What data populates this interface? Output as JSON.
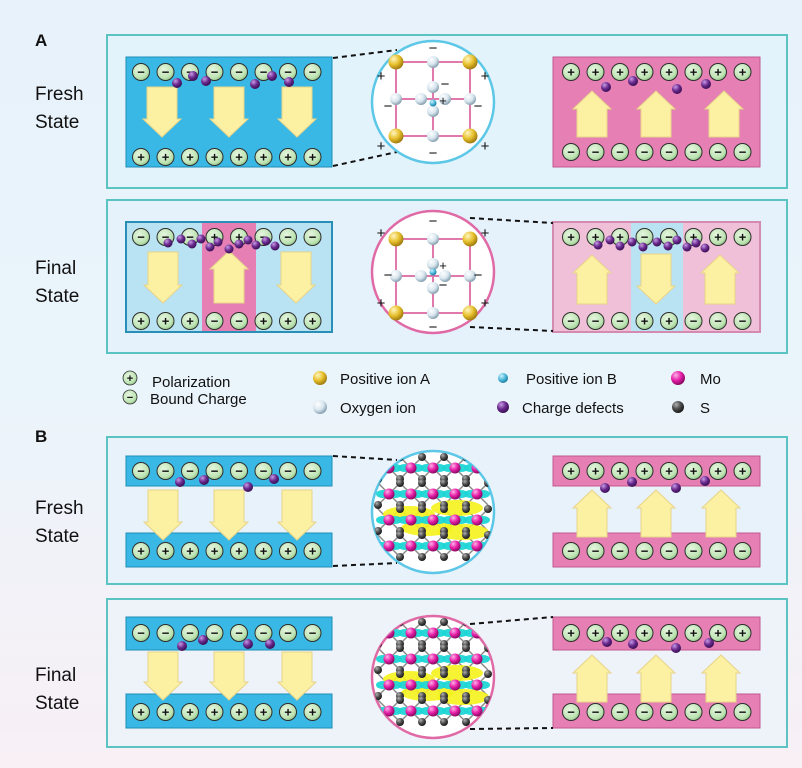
{
  "panels": {
    "a_label": "A",
    "b_label": "B"
  },
  "rows": {
    "a_fresh": [
      "Fresh",
      "State"
    ],
    "a_final": [
      "Final",
      "State"
    ],
    "b_fresh": [
      "Fresh",
      "State"
    ],
    "b_final": [
      "Final",
      "State"
    ]
  },
  "legend": {
    "polarization": "Polarization",
    "bound_charge": "Bound Charge",
    "positive_ion_a": "Positive ion A",
    "oxygen_ion": "Oxygen ion",
    "positive_ion_b": "Positive ion B",
    "charge_defects": "Charge defects",
    "mo": "Mo",
    "s": "S"
  },
  "symbols": {
    "plus": "+",
    "minus": "−"
  },
  "colors": {
    "blue_block": "#39b8e6",
    "pink_block": "#e57fb4",
    "light_blue": "#b9e2f3",
    "light_pink": "#f0c0d8",
    "frame": "#5cc3c3",
    "arrow": "#fcf0a2",
    "charge_disc": "#c6e7be",
    "defect": "#6a2a8e",
    "ion_a": "#e7c02c",
    "oxygen": "#d7e5ee",
    "ion_b": "#49b6d8",
    "mo": "#e61ea8",
    "s": "#4a4a4a"
  }
}
